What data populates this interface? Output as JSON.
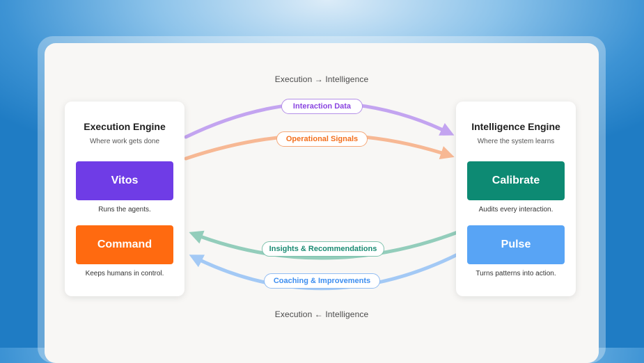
{
  "diagram": {
    "caption_top": "Execution → Intelligence",
    "caption_bottom": "Execution ← Intelligence",
    "execution_engine": {
      "title": "Execution Engine",
      "subtitle": "Where work gets done",
      "modules": [
        {
          "label": "Vitos",
          "description": "Runs the agents.",
          "color": "#6f3ce6"
        },
        {
          "label": "Command",
          "description": "Keeps humans in control.",
          "color": "#ff6a10"
        }
      ]
    },
    "intelligence_engine": {
      "title": "Intelligence Engine",
      "subtitle": "Where the system learns",
      "modules": [
        {
          "label": "Calibrate",
          "description": "Audits every interaction.",
          "color": "#0d8a73"
        },
        {
          "label": "Pulse",
          "description": "Turns patterns into action.",
          "color": "#58a4f5"
        }
      ]
    },
    "flows": [
      {
        "label": "Interaction Data",
        "direction": "execution-to-intelligence",
        "color": "#8a45e0",
        "line_color": "#c3a4f0"
      },
      {
        "label": "Operational Signals",
        "direction": "execution-to-intelligence",
        "color": "#f36f1c",
        "line_color": "#f7b894"
      },
      {
        "label": "Insights & Recommendations",
        "direction": "intelligence-to-execution",
        "color": "#1a8a72",
        "line_color": "#93cdbb"
      },
      {
        "label": "Coaching & Improvements",
        "direction": "intelligence-to-execution",
        "color": "#3d8ef0",
        "line_color": "#a3c9f5"
      }
    ]
  }
}
